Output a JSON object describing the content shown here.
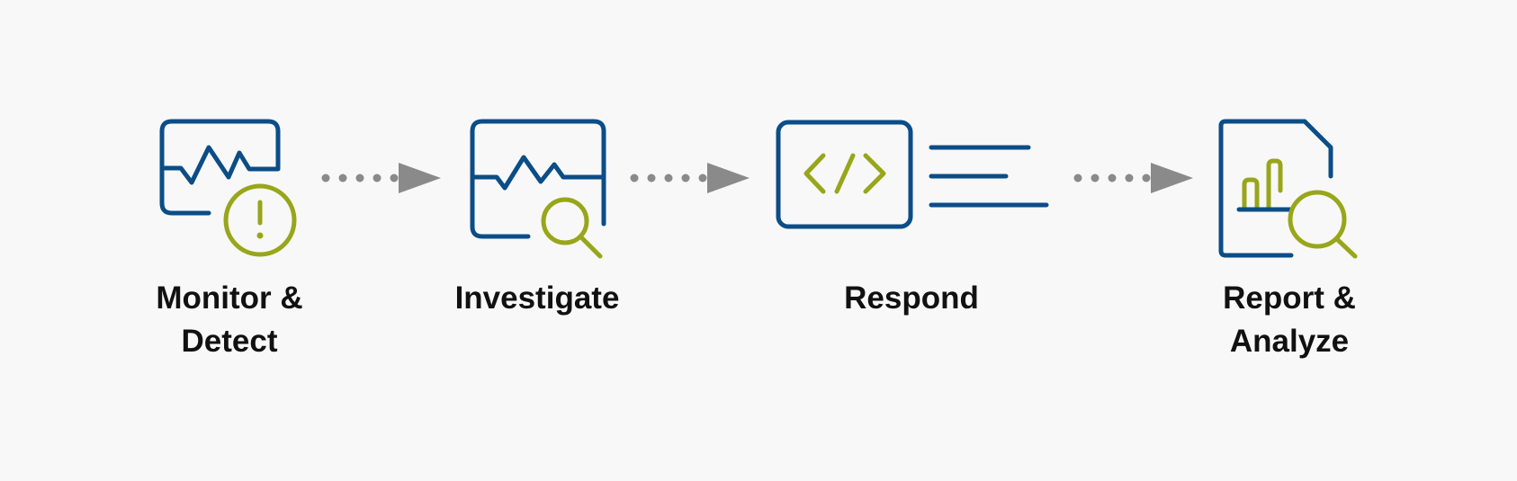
{
  "colors": {
    "primary_blue": "#0b4d87",
    "accent_green": "#98a61a",
    "connector_gray": "#8a8a8a",
    "background": "#f8f8f8",
    "text": "#111111"
  },
  "steps": [
    {
      "icon": "monitor-alert-icon",
      "line1": "Monitor &",
      "line2": "Detect"
    },
    {
      "icon": "monitor-search-icon",
      "line1": "Investigate",
      "line2": ""
    },
    {
      "icon": "code-window-icon",
      "line1": "Respond",
      "line2": ""
    },
    {
      "icon": "report-search-icon",
      "line1": "Report &",
      "line2": "Analyze"
    }
  ],
  "connectors": [
    "dotted-arrow-icon",
    "dotted-arrow-icon",
    "dotted-arrow-icon"
  ]
}
